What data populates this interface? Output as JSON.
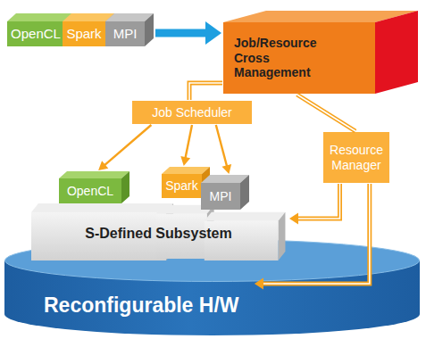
{
  "diagram": {
    "nodes": [
      {
        "text": [
          "OpenCL"
        ]
      },
      {
        "text": [
          "Spark"
        ]
      },
      {
        "text": [
          "MPI"
        ]
      },
      {
        "text": [
          "Job/Resource Cross Management"
        ]
      },
      {
        "text": [
          "Job Scheduler"
        ]
      },
      {
        "text": [
          "Resource Manager"
        ]
      },
      {
        "text": [
          "OpenCL"
        ]
      },
      {
        "text": [
          "Spark"
        ]
      },
      {
        "text": [
          "MPI"
        ]
      },
      {
        "text": [
          "S-Defined Subsystem"
        ]
      },
      {
        "text": [
          "Reconfigurable H/W"
        ]
      }
    ],
    "edges": [
      {
        "from": 2,
        "to": 3,
        "arrow": "to"
      },
      {
        "from": 3,
        "to": 4,
        "arrow": "none"
      },
      {
        "from": 3,
        "to": 5,
        "arrow": "none"
      },
      {
        "from": 4,
        "to": 6,
        "arrow": "to"
      },
      {
        "from": 4,
        "to": 7,
        "arrow": "to"
      },
      {
        "from": 4,
        "to": 8,
        "arrow": "to"
      },
      {
        "from": 5,
        "to": 9,
        "arrow": "to"
      },
      {
        "from": 5,
        "to": 10,
        "arrow": "to"
      }
    ]
  }
}
